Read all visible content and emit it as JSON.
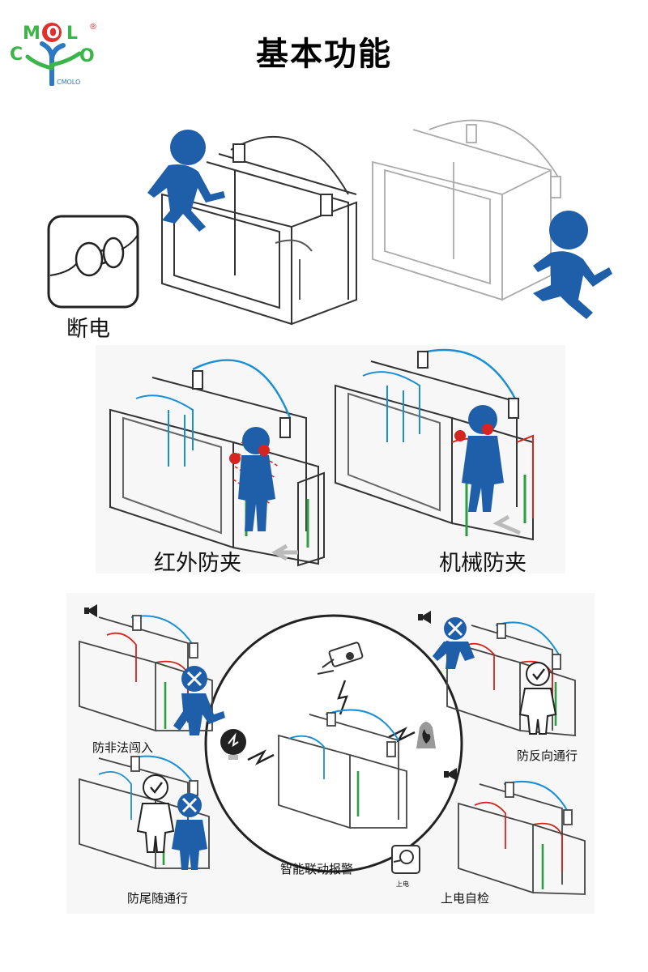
{
  "header": {
    "title": "基本功能",
    "logo_text": "CMOLO",
    "logo_mark": "®",
    "logo_letters": [
      "C",
      "M",
      "O",
      "L",
      "O"
    ]
  },
  "power_off": {
    "caption": "断电"
  },
  "anti_pinch": {
    "infrared_caption": "红外防夹",
    "mechanical_caption": "机械防夹"
  },
  "functions": {
    "illegal_entry": "防非法闯入",
    "reverse_pass": "防反向通行",
    "tailgating": "防尾随通行",
    "linkage_alarm": "智能联动报警",
    "self_check": "上电自检",
    "power_on_label": "上电"
  },
  "colors": {
    "accent_blue": "#1f5ea8",
    "line_blue": "#1a8fd6",
    "warning_red": "#d6241f",
    "indicator_green": "#2e9e44",
    "logo_green": "#3bb54a",
    "logo_red": "#e0302b",
    "logo_blue": "#2b79c2"
  }
}
